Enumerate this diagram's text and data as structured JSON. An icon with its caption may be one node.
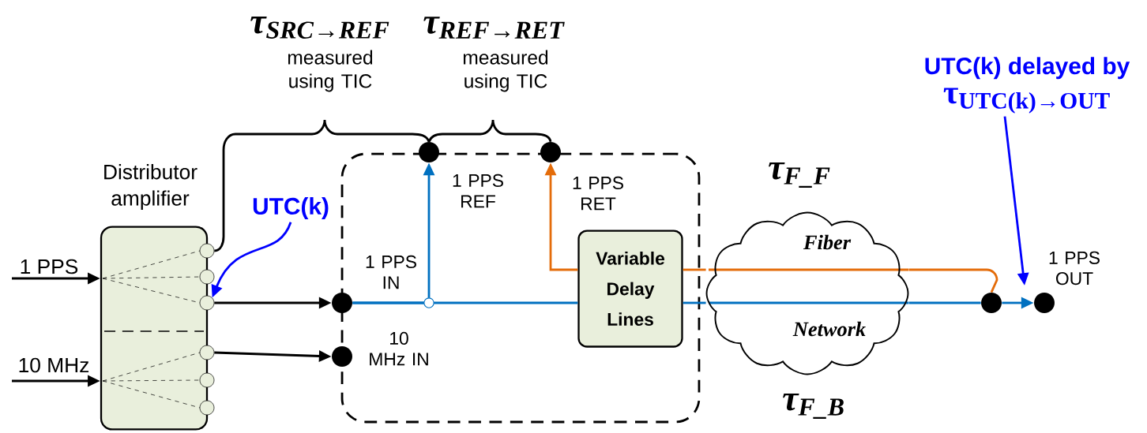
{
  "diagram": {
    "nodes": [
      {
        "text": [
          "Distributor amplifier"
        ]
      },
      {
        "text": [],
        "shape": "box"
      },
      {
        "text": [
          "Variable Delay Lines"
        ],
        "in": 1
      },
      {
        "text": [
          "Fiber",
          "Network"
        ],
        "beside": [
          "τ$_{F_F}$",
          "τ$_{F_B}$"
        ]
      },
      {
        "text": [],
        "shape": "circle",
        "beside": [
          "1 PPS IN"
        ]
      },
      {
        "text": [],
        "shape": "circle",
        "beside": [
          "10 MHz IN"
        ]
      },
      {
        "text": [],
        "shape": "circle",
        "beside": [
          "1 PPS REF"
        ]
      },
      {
        "text": [],
        "shape": "circle",
        "beside": [
          "1 PPS RET"
        ]
      },
      {
        "text": [],
        "shape": "circle"
      },
      {
        "text": [],
        "shape": "circle",
        "beside": [
          "1 PPS OUT"
        ]
      },
      {
        "text": [],
        "shape": "circle"
      },
      {
        "text": [],
        "shape": "circle"
      },
      {
        "text": [],
        "shape": "circle"
      },
      {
        "text": [],
        "shape": "circle"
      },
      {
        "text": [],
        "shape": "circle"
      },
      {
        "text": [],
        "shape": "circle"
      },
      {
        "text": [
          "UTC(k)"
        ]
      },
      {
        "text": [
          "UTC(k) delayed by",
          "τ$_{UTC(k)→OUT}$"
        ]
      }
    ],
    "edges": [
      {
        "from": null,
        "to": 0,
        "arrow": "to",
        "label": "1 PPS"
      },
      {
        "from": null,
        "to": 0,
        "arrow": "to",
        "label": "10 MHz"
      },
      {
        "from": 12,
        "to": 4,
        "arrow": "to"
      },
      {
        "from": 13,
        "to": 5,
        "arrow": "to"
      },
      {
        "from": 4,
        "to": 6,
        "arrow": "to",
        "color": "#0070c0"
      },
      {
        "from": 4,
        "to": 2,
        "arrow": "none",
        "color": "#0070c0"
      },
      {
        "from": 2,
        "to": 3,
        "arrow": "none",
        "color": "#0070c0"
      },
      {
        "from": 3,
        "to": 8,
        "arrow": "none",
        "color": "#0070c0"
      },
      {
        "from": 8,
        "to": 9,
        "arrow": "to",
        "color": "#0070c0"
      },
      {
        "from": 8,
        "to": 3,
        "arrow": "none",
        "color": "#e46c0a"
      },
      {
        "from": 3,
        "to": 2,
        "arrow": "none",
        "color": "#e46c0a"
      },
      {
        "from": 2,
        "to": 7,
        "arrow": "to",
        "color": "#e46c0a"
      },
      {
        "from": 10,
        "to": 6,
        "arrow": "none"
      },
      {
        "from": 6,
        "to": 7,
        "arrow": "none"
      },
      {
        "from": 16,
        "to": 12,
        "arrow": "to",
        "color": "#0000ff"
      },
      {
        "from": 17,
        "to": null,
        "arrow": "to",
        "color": "#0000ff"
      }
    ],
    "labels": [
      "τ$_{SRC→REF}$",
      "measured using TIC",
      "τ$_{REF→RET}$",
      "measured using TIC"
    ]
  }
}
